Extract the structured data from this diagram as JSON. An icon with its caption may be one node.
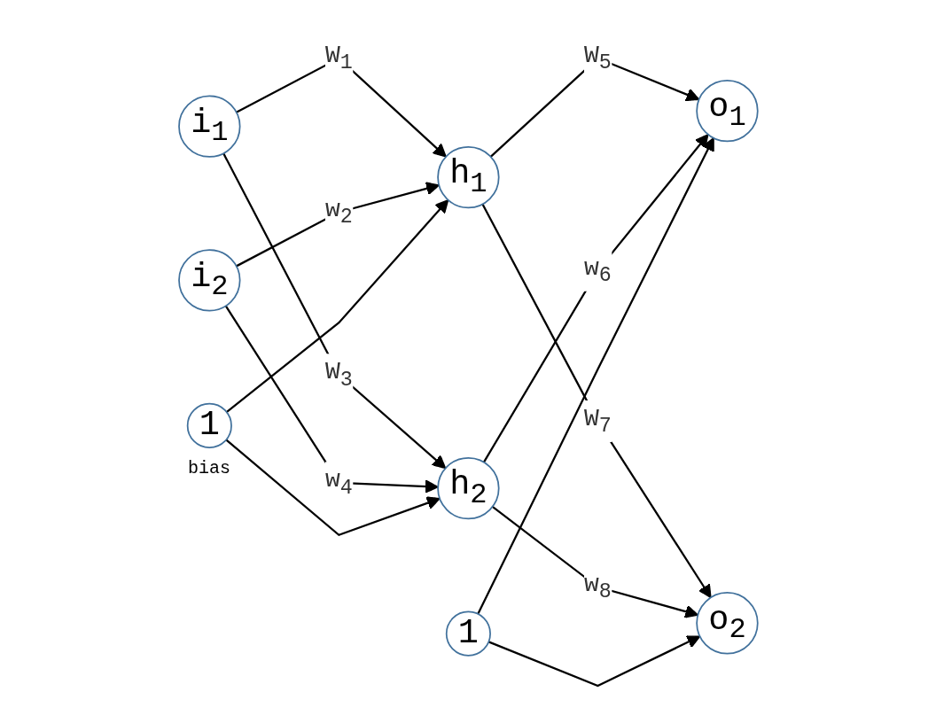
{
  "diagram": {
    "nodes": [
      {
        "text": [
          "i$_{1}$"
        ]
      },
      {
        "text": [
          "i$_{2}$"
        ]
      },
      {
        "text": [
          "1"
        ],
        "beside": [
          "bias"
        ]
      },
      {
        "text": [
          "h$_{1}$"
        ]
      },
      {
        "text": [
          "h$_{2}$"
        ]
      },
      {
        "text": [
          "1"
        ]
      },
      {
        "text": [
          "o$_{1}$"
        ]
      },
      {
        "text": [
          "o$_{2}$"
        ]
      }
    ],
    "edges": [
      {
        "from": 0,
        "to": 3,
        "arrow": "to",
        "label": "W$_{1}$"
      },
      {
        "from": 1,
        "to": 3,
        "arrow": "to",
        "label": "w$_{2}$"
      },
      {
        "from": 0,
        "to": 4,
        "arrow": "to",
        "label": "W$_{3}$"
      },
      {
        "from": 1,
        "to": 4,
        "arrow": "to",
        "label": "w$_{4}$"
      },
      {
        "from": 3,
        "to": 6,
        "arrow": "to",
        "label": "W$_{5}$"
      },
      {
        "from": 4,
        "to": 6,
        "arrow": "to",
        "label": "w$_{6}$"
      },
      {
        "from": 3,
        "to": 7,
        "arrow": "to",
        "label": "W$_{7}$"
      },
      {
        "from": 4,
        "to": 7,
        "arrow": "to",
        "label": "w$_{8}$"
      },
      {
        "from": 2,
        "to": 3,
        "arrow": "to"
      },
      {
        "from": 2,
        "to": 4,
        "arrow": "to"
      },
      {
        "from": 5,
        "to": 6,
        "arrow": "to"
      },
      {
        "from": 5,
        "to": 7,
        "arrow": "to"
      }
    ]
  }
}
